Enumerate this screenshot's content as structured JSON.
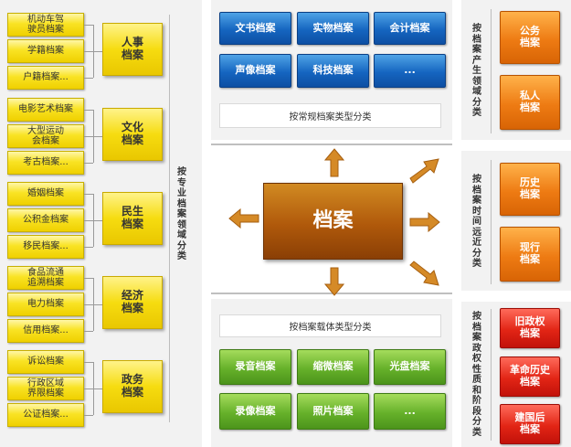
{
  "left": {
    "groups": [
      {
        "category": "人事\n档案",
        "items": [
          "机动车驾\n驶员档案",
          "学籍档案",
          "户籍档案..."
        ]
      },
      {
        "category": "文化\n档案",
        "items": [
          "电影艺术档案",
          "大型运动\n会档案",
          "考古档案..."
        ]
      },
      {
        "category": "民生\n档案",
        "items": [
          "婚姻档案",
          "公积金档案",
          "移民档案..."
        ]
      },
      {
        "category": "经济\n档案",
        "items": [
          "食品流通\n追溯档案",
          "电力档案",
          "信用档案..."
        ]
      },
      {
        "category": "政务\n档案",
        "items": [
          "诉讼档案",
          "行政区域\n界限档案",
          "公证档案..."
        ]
      }
    ],
    "classification": "按专业档案领域分类"
  },
  "top": {
    "items": [
      "文书档案",
      "实物档案",
      "会计档案",
      "声像档案",
      "科技档案",
      "..."
    ],
    "label": "按常规档案类型分类"
  },
  "center": {
    "label": "档案"
  },
  "bottom": {
    "label": "按档案载体类型分类",
    "items": [
      "录音档案",
      "缩微档案",
      "光盘档案",
      "录像档案",
      "照片档案",
      "..."
    ]
  },
  "right": {
    "sections": [
      {
        "classification": "按档案产生领域分类",
        "items": [
          "公务\n档案",
          "私人\n档案"
        ]
      },
      {
        "classification": "按档案时间远近分类",
        "items": [
          "历史\n档案",
          "现行\n档案"
        ]
      },
      {
        "classification": "按档案政权性质和阶段分类",
        "items": [
          "旧政权\n档案",
          "革命历史\n档案",
          "建国后\n档案"
        ]
      }
    ]
  },
  "colors": {
    "yellow": "#f9e324",
    "blue": "#1565c0",
    "green": "#66b12a",
    "orange": "#ee7b13",
    "red": "#e22515",
    "brown": "#b0590b",
    "panel": "#f2f2f2"
  }
}
